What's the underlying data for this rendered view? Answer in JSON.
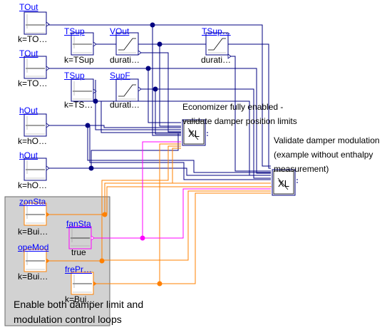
{
  "blocks": {
    "tout1": {
      "name": "TOut",
      "param": "k=TO…"
    },
    "tout2": {
      "name": "TOut",
      "param": "k=TO…"
    },
    "tsup1": {
      "name": "TSup",
      "param": "k=TSup"
    },
    "tsup2": {
      "name": "TSup",
      "param": "k=TS…"
    },
    "vout": {
      "name": "VOut",
      "param": "durati…"
    },
    "supf": {
      "name": "SupF",
      "param": "durati…"
    },
    "tsup3": {
      "name": "TSup…",
      "param": "durati…"
    },
    "hout1": {
      "name": "hOut",
      "param": "k=hO…"
    },
    "hout2": {
      "name": "hOut",
      "param": "k=hO…"
    },
    "zonsta": {
      "name": "zonSta",
      "param": "k=Bui…"
    },
    "fansta": {
      "name": "fanSta",
      "param": "true"
    },
    "opemod": {
      "name": "opeMod",
      "param": "k=Bui…"
    },
    "frepr": {
      "name": "frePr…",
      "param": "k=Bui…"
    }
  },
  "annotations": {
    "econ_note": "Economizer fully enabled - validate damper position limits",
    "mod_note": "Validate damper modulation (example without enthalpy measurement)",
    "group_note": "Enable both damper limit and modulation control loops"
  },
  "colors": {
    "real_signal": "#000080",
    "int_signal": "#ff8000",
    "bool_signal": "#ff00ff",
    "group_fill": "#d2d2d2"
  }
}
